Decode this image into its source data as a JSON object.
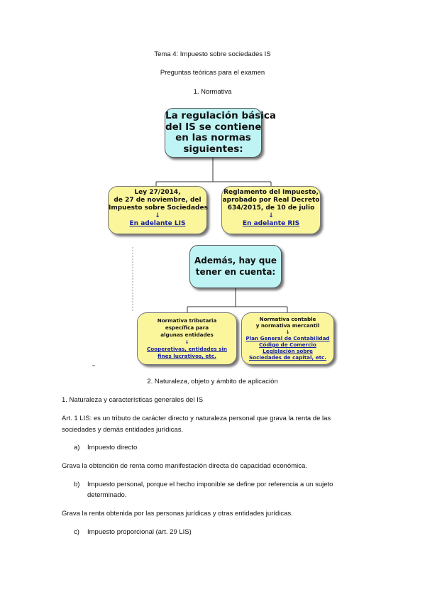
{
  "header": {
    "title": "Tema 4: Impuesto sobre sociedades IS",
    "subtitle": "Preguntas teóricas para el examen",
    "section1": "1. Normativa"
  },
  "diagram": {
    "top": [
      "La regulación básica",
      "del IS se contiene",
      "en las normas",
      "siguientes:"
    ],
    "left": {
      "lines": [
        "Ley 27/2014,",
        "de 27 de noviembre, del",
        "Impuesto sobre Sociedades"
      ],
      "arrow": "↓",
      "link": "En adelante LIS"
    },
    "right": {
      "lines": [
        "Reglamento del Impuesto,",
        "aprobado por Real Decreto",
        "634/2015, de 10 de julio"
      ],
      "arrow": "↓",
      "link": "En adelante RIS"
    },
    "middle": [
      "Además, hay que",
      "tener en cuenta:"
    ],
    "bottom_left": {
      "lines": [
        "Normativa tributaria",
        "específica para",
        "algunas entidades"
      ],
      "arrow": "↓",
      "links": [
        "Cooperativas, entidades sin",
        "fines lucrativos, etc."
      ]
    },
    "bottom_right": {
      "lines": [
        "Normativa contable",
        "y normativa mercantil"
      ],
      "arrow": "↓",
      "links": [
        "Plan General de Contabilidad",
        "Código de Comercio",
        "Legislación sobre",
        "Sociedades de capital, etc."
      ]
    }
  },
  "body": {
    "section2": "2. Naturaleza, objeto y ámbito de aplicación",
    "sub1": "1. Naturaleza y características generales del IS",
    "art1_line1": "Art. 1 LIS: es un tributo de carácter directo y naturaleza personal que grava la renta de las",
    "art1_line2": "sociedades y demás entidades jurídicas.",
    "item_a_marker": "a)",
    "item_a": "Impuesto directo",
    "para_a": "Grava la obtención de renta como manifestación directa de capacidad económica.",
    "item_b_marker": "b)",
    "item_b_line1": "Impuesto personal, porque el hecho imponible se define por referencia a un sujeto",
    "item_b_line2": "determinado.",
    "para_b": "Grava la renta obtenida por las personas jurídicas y otras entidades jurídicas.",
    "item_c_marker": "c)",
    "item_c": "Impuesto proporcional (art. 29 LIS)"
  }
}
